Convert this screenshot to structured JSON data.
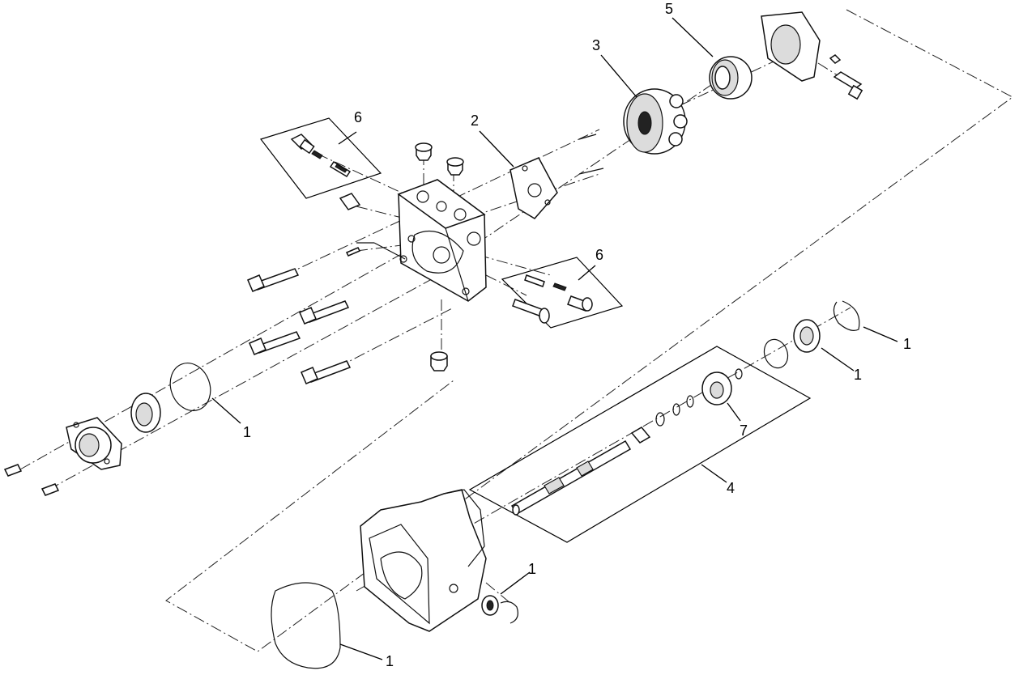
{
  "callouts": {
    "c6_top": "6",
    "c2": "2",
    "c3": "3",
    "c5": "5",
    "c6_mid": "6",
    "c1_snapring": "1",
    "c1_seal": "1",
    "c7": "7",
    "c4": "4",
    "c1_oring_left": "1",
    "c1_shaft_seal": "1",
    "c1_housing_gasket": "1"
  }
}
